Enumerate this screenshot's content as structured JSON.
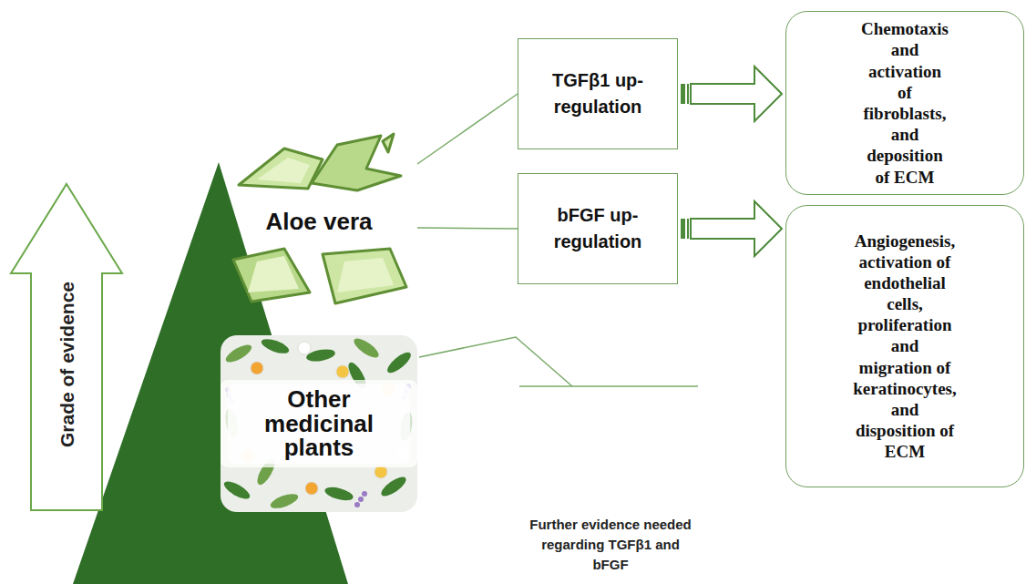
{
  "diagram": {
    "nodes": [
      {
        "text": [
          "Grade of evidence"
        ]
      },
      {
        "text": [
          "Aloe vera"
        ]
      },
      {
        "text": [
          "Other medicinal plants"
        ]
      },
      {
        "text": [
          "TGFβ1 up-regulation"
        ]
      },
      {
        "text": [
          "bFGF up-regulation"
        ]
      },
      {
        "text": [
          "Chemotaxis and activation of fibroblasts, and deposition of ECM"
        ]
      },
      {
        "text": [
          "Angiogenesis, activation of endothelial cells, proliferation and migration of keratinocytes, and disposition of ECM"
        ]
      }
    ],
    "edges": [
      {
        "from": 1,
        "to": 3,
        "arrow": "none"
      },
      {
        "from": 1,
        "to": 4,
        "arrow": "none"
      },
      {
        "from": 3,
        "to": 5,
        "arrow": "to"
      },
      {
        "from": 4,
        "to": 6,
        "arrow": "to"
      }
    ],
    "labels": [
      "Further evidence needed regarding TGFβ1 and bFGF"
    ]
  }
}
